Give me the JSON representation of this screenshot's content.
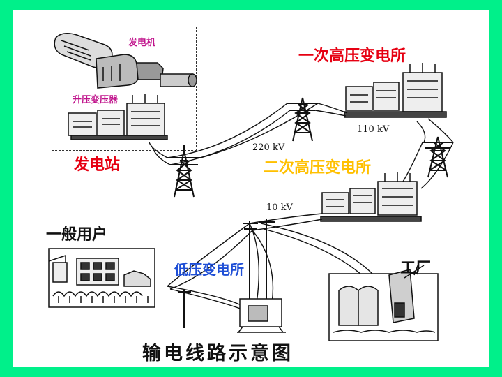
{
  "labels": {
    "generator": "发电机",
    "step_up_transformer": "升压变压器",
    "power_plant": "发电站",
    "primary_substation": "一次高压变电所",
    "secondary_substation": "二次高压变电所",
    "low_voltage_substation": "低压变电所",
    "household": "一般用户",
    "factory": "工厂",
    "title": "输电线路示意图"
  },
  "voltages": {
    "v220": "220 kV",
    "v110": "110 kV",
    "v10": "10 kV"
  },
  "colors": {
    "background": "#00f08a",
    "power_plant_label": "#e60012",
    "primary_substation_label": "#e60012",
    "secondary_substation_label": "#ffc000",
    "low_voltage_label": "#1f4fd6",
    "household_label": "#111111",
    "factory_label": "#111111",
    "title_label": "#111111",
    "small_labels": "#c0148c"
  }
}
